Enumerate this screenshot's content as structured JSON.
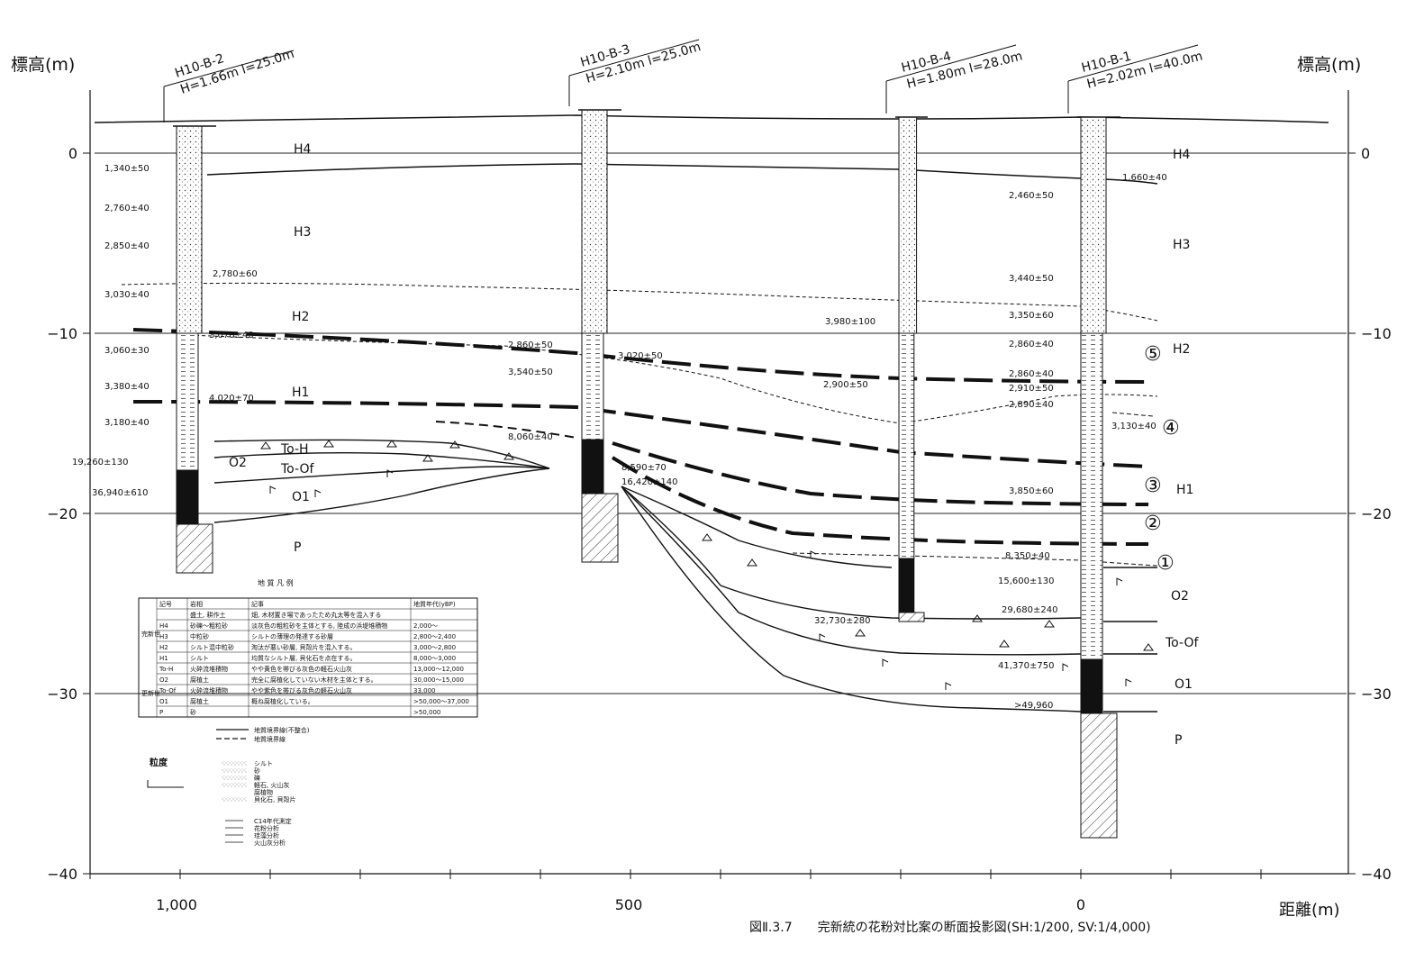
{
  "axis": {
    "left_label": "標高(m)",
    "right_label": "標高(m)",
    "elevation_ticks": [
      "0",
      "−10",
      "−20",
      "−30",
      "−40"
    ],
    "distance_ticks": [
      "1,000",
      "500",
      "0"
    ],
    "distance_label": "距離(m)"
  },
  "caption": "図Ⅱ.3.7　　完新統の花粉対比案の断面投影図(SH:1/200, SV:1/4,000)",
  "boreholes": [
    {
      "name": "H10-B-2",
      "params": "H=1.66m  l=25.0m"
    },
    {
      "name": "H10-B-3",
      "params": "H=2.10m  l=25.0m"
    },
    {
      "name": "H10-B-4",
      "params": "H=1.80m  l=28.0m"
    },
    {
      "name": "H10-B-1",
      "params": "H=2.02m  l=40.0m"
    }
  ],
  "units_left": [
    "H4",
    "H3",
    "H2",
    "H1",
    "To-H",
    "O2",
    "To-Of",
    "O1",
    "P"
  ],
  "units_right": [
    "H4",
    "H3",
    "H2",
    "H1",
    "O2",
    "To-Of",
    "O1",
    "P"
  ],
  "circled": [
    "⑤",
    "④",
    "③",
    "②",
    "①"
  ],
  "dates_b2": [
    "1,340±50",
    "2,760±40",
    "2,850±40",
    "2,780±60",
    "3,030±40",
    "3,070±40",
    "3,060±30",
    "3,380±40",
    "4,020±70",
    "3,180±40",
    "19,260±130",
    "36,940±610"
  ],
  "dates_b3": [
    "2,860±50",
    "3,020±50",
    "3,540±50",
    "8,060±40",
    "8,590±70",
    "16,420±140"
  ],
  "dates_b4": [
    "3,980±100",
    "2,900±50",
    "32,730±280"
  ],
  "dates_b1": [
    "1,660±40",
    "2,460±50",
    "3,440±50",
    "3,350±60",
    "2,860±40",
    "2,860±40",
    "2,910±50",
    "2,890±40",
    "3,130±40",
    "3,850±60",
    "8,350±40",
    "15,600±130",
    "29,680±240",
    "41,370±750",
    ">49,960"
  ],
  "legend": {
    "title": "地 質 凡 例",
    "headers": [
      "記号",
      "岩相",
      "記事",
      "地質年代(yBP)"
    ],
    "groups": [
      "完新世",
      "更新世"
    ],
    "rows": [
      [
        "",
        "盛土, 耕作土",
        "畑, 木材置き場であったため丸太等を混入する",
        ""
      ],
      [
        "H4",
        "砂礫〜粗粒砂",
        "淡灰色の粗粒砂を主体とする, 陸成の浜堤堆積物",
        "2,000〜"
      ],
      [
        "H3",
        "中粒砂",
        "シルトの薄理の発達する砂層",
        "2,800〜2,400"
      ],
      [
        "H2",
        "シルト混中粒砂",
        "淘汰が悪い砂層, 貝殻片を混入する。",
        "3,000〜2,800"
      ],
      [
        "H1",
        "シルト",
        "均質なシルト層, 貝化石を点在する。",
        "8,000〜3,000"
      ],
      [
        "To-H",
        "火砕流堆積物",
        "やや黄色を帯びる灰色の軽石火山灰",
        "13,000〜12,000"
      ],
      [
        "O2",
        "腐植土",
        "完全に腐植化していない木材を主体とする。",
        "30,000〜15,000"
      ],
      [
        "To-Of",
        "火砕流堆積物",
        "やや紫色を帯びる灰色の軽石火山灰",
        "33,000"
      ],
      [
        "O1",
        "腐植土",
        "概ね腐植化している。",
        ">50,000〜37,000"
      ],
      [
        "P",
        "砂",
        "",
        ">50,000"
      ]
    ],
    "line_items": [
      "地質境界線(不整合)",
      "地質境界線"
    ],
    "grain_title": "粒度",
    "symbol_items": [
      "シルト",
      "砂",
      "礫",
      "軽石, 火山灰",
      "腐植物",
      "貝化石, 貝殻片"
    ],
    "analysis_items": [
      "C14年代測定",
      "花粉分析",
      "珪藻分析",
      "火山灰分析"
    ]
  }
}
